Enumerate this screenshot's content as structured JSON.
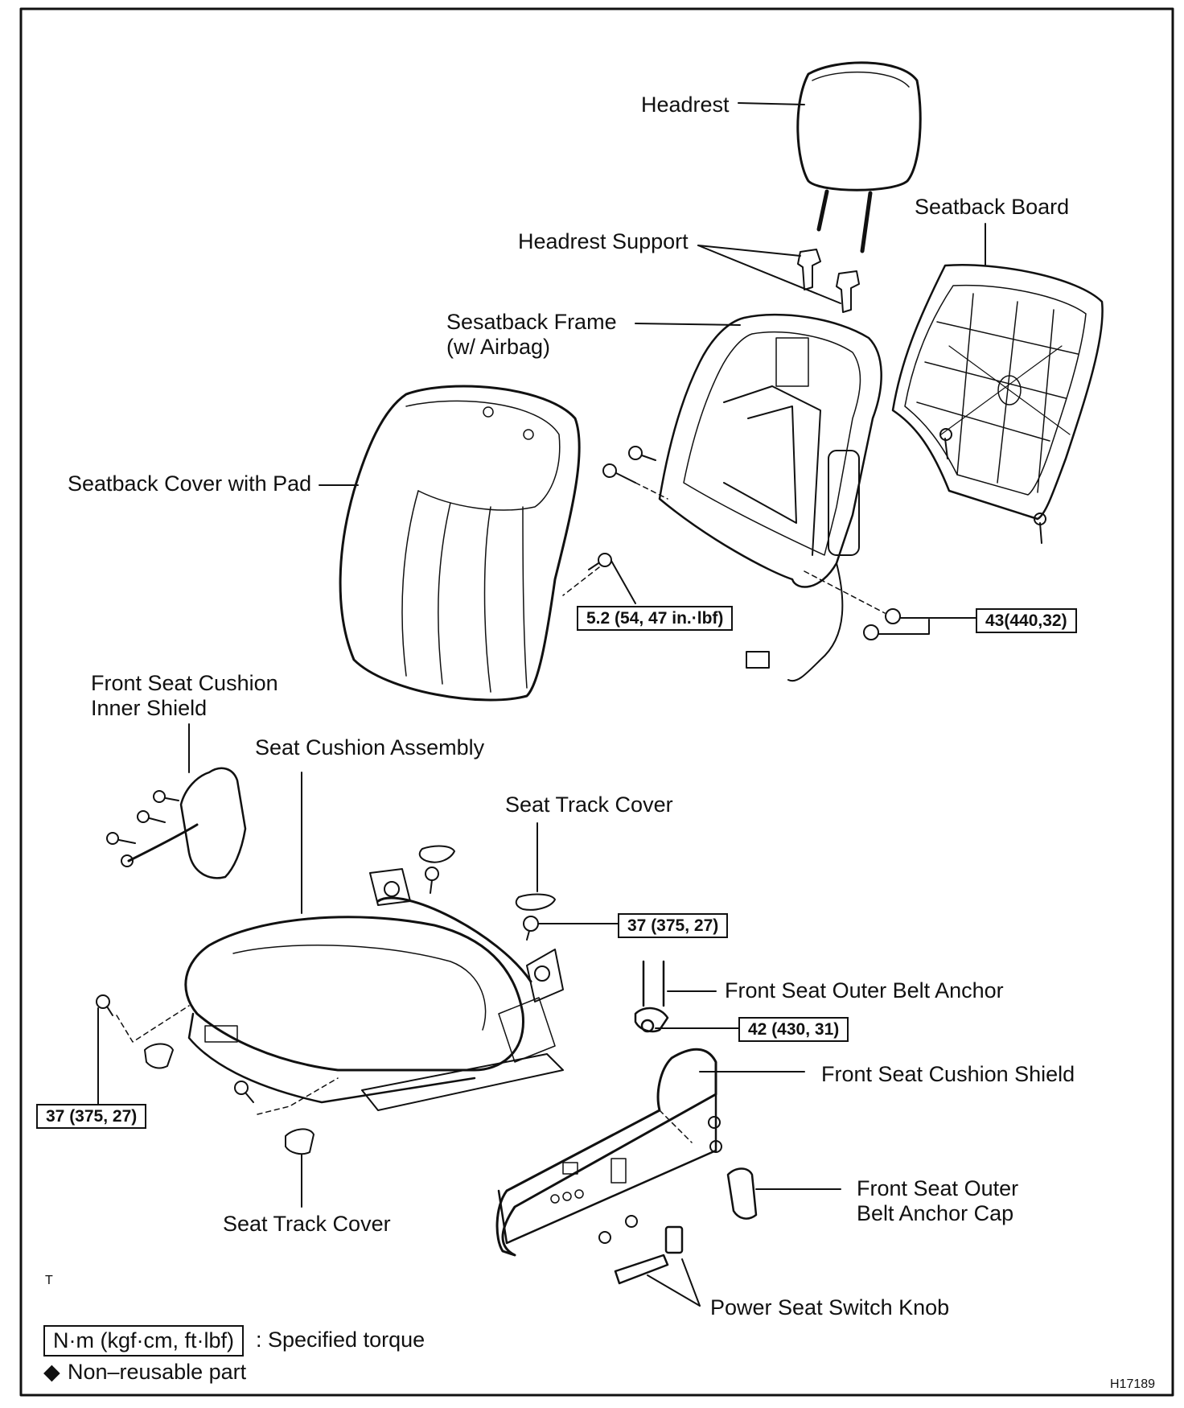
{
  "labels": {
    "headrest": "Headrest",
    "seatback_board": "Seatback Board",
    "headrest_support": "Headrest Support",
    "seatback_frame_1": "Sesatback Frame",
    "seatback_frame_2": "(w/ Airbag)",
    "seatback_cover": "Seatback Cover with Pad",
    "cushion_inner_shield_1": "Front Seat Cushion",
    "cushion_inner_shield_2": "Inner Shield",
    "seat_cushion_assembly": "Seat Cushion Assembly",
    "seat_track_cover_top": "Seat Track Cover",
    "outer_belt_anchor": "Front Seat Outer Belt Anchor",
    "cushion_shield": "Front Seat Cushion Shield",
    "belt_anchor_cap_1": "Front Seat Outer",
    "belt_anchor_cap_2": "Belt Anchor Cap",
    "seat_track_cover_bottom": "Seat Track Cover",
    "power_seat_switch_knob": "Power Seat Switch Knob"
  },
  "torques": {
    "seatback_cover": "5.2 (54, 47 in.·lbf)",
    "seatback_frame": "43(440,32)",
    "track_cover_right": "37 (375, 27)",
    "belt_anchor": "42 (430, 31)",
    "track_cover_left": "37 (375, 27)"
  },
  "legend": {
    "unit_box": "N·m (kgf·cm, ft·lbf)",
    "unit_desc": ": Specified torque",
    "nonreusable_symbol": "◆",
    "nonreusable": "Non–reusable part"
  },
  "marks": {
    "corner_t": "T",
    "figure_code": "H17189"
  }
}
